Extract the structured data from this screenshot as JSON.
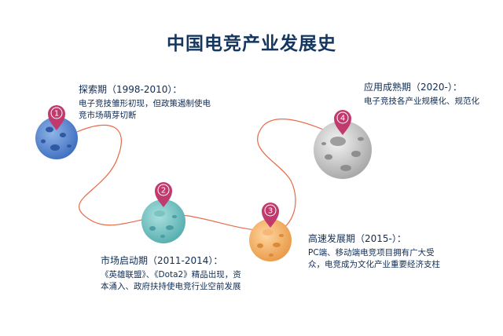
{
  "title": "中国电竞产业发展史",
  "colors": {
    "path_line": "#e86a4a",
    "pin": "#c03a6e",
    "title": "#15365f",
    "text": "#0f2c54"
  },
  "stages": [
    {
      "number": "1",
      "heading": "探索期（1998-2010）：",
      "description": "电子竞技雏形初现，但政策遏制使电竞市场萌芽切断",
      "planet_color": "blue"
    },
    {
      "number": "2",
      "heading": "市场启动期（2011-2014）：",
      "description": "《英雄联盟》、《Dota2》精品出现，资本涌入、政府扶持使电竞行业空前发展",
      "planet_color": "teal"
    },
    {
      "number": "3",
      "heading": "高速发展期（2015-）：",
      "description": "PC端、移动端电竞项目拥有广大受众，电竞成为文化产业重要经济支柱",
      "planet_color": "orange"
    },
    {
      "number": "4",
      "heading": "应用成熟期（2020-）：",
      "description": "电子竞技各产业规模化、规范化",
      "planet_color": "gray"
    }
  ]
}
